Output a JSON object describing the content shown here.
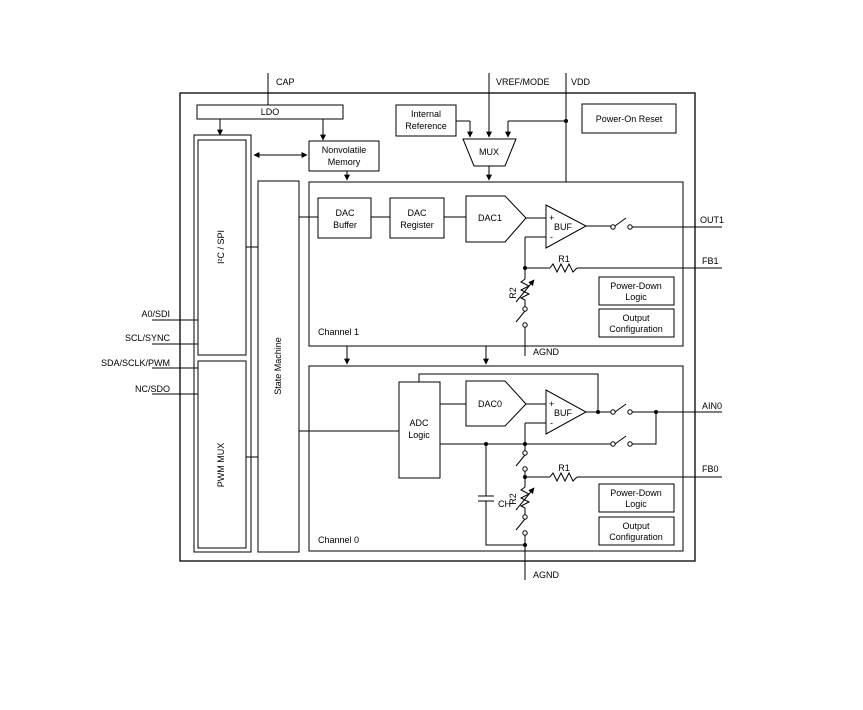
{
  "pins": {
    "cap": "CAP",
    "vref_mode": "VREF/MODE",
    "vdd": "VDD",
    "out1": "OUT1",
    "fb1": "FB1",
    "agnd_top": "AGND",
    "ain0": "AIN0",
    "fb0": "FB0",
    "agnd_bottom": "AGND",
    "a0_sdi": "A0/SDI",
    "scl_sync": "SCL/SYNC",
    "sda_sclk_pwm": "SDA/SCLK/PWM",
    "nc_sdo": "NC/SDO"
  },
  "blocks": {
    "ldo": "LDO",
    "internal_reference_1": "Internal",
    "internal_reference_2": "Reference",
    "power_on_reset": "Power-On Reset",
    "nonvolatile_memory_1": "Nonvolatile",
    "nonvolatile_memory_2": "Memory",
    "mux": "MUX",
    "i2c_spi": "I²C / SPI",
    "pwm_mux": "PWM MUX",
    "state_machine": "State Machine"
  },
  "channel1": {
    "label": "Channel 1",
    "dac_buffer_1": "DAC",
    "dac_buffer_2": "Buffer",
    "dac_register_1": "DAC",
    "dac_register_2": "Register",
    "dac": "DAC1",
    "buf": "BUF",
    "plus": "+",
    "minus": "-",
    "r1": "R1",
    "r2": "R2",
    "power_down_1": "Power-Down",
    "power_down_2": "Logic",
    "output_config_1": "Output",
    "output_config_2": "Configuration"
  },
  "channel0": {
    "label": "Channel 0",
    "adc_logic_1": "ADC",
    "adc_logic_2": "Logic",
    "dac": "DAC0",
    "buf": "BUF",
    "plus": "+",
    "minus": "-",
    "r1": "R1",
    "r2": "R2",
    "ch": "CH",
    "power_down_1": "Power-Down",
    "power_down_2": "Logic",
    "output_config_1": "Output",
    "output_config_2": "Configuration"
  }
}
